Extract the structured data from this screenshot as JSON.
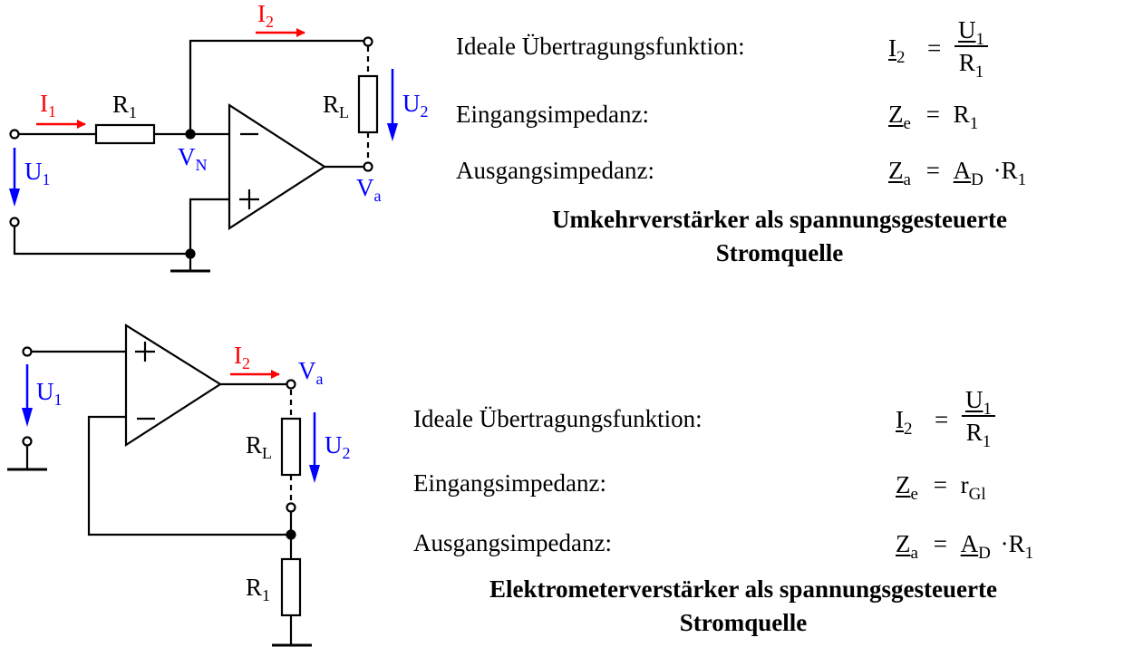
{
  "colors": {
    "current": "#ff0000",
    "voltage": "#0000ff",
    "node_label": "#0000ff",
    "wire": "#000000"
  },
  "icons": [
    "opamp-icon",
    "resistor-icon",
    "ground-icon",
    "terminal-icon",
    "node-dot-icon",
    "arrow-icon"
  ],
  "top": {
    "labels": {
      "i1": "I",
      "i1_sub": "1",
      "i2": "I",
      "i2_sub": "2",
      "r1": "R",
      "r1_sub": "1",
      "rl": "R",
      "rl_sub": "L",
      "u1": "U",
      "u1_sub": "1",
      "u2": "U",
      "u2_sub": "2",
      "vn": "V",
      "vn_sub": "N",
      "va": "V",
      "va_sub": "a",
      "plus": "+",
      "minus": "−"
    },
    "f1": {
      "label": "Ideale Übertragungsfunktion:",
      "lhs": "I",
      "lhs_sub": "2",
      "eq": "=",
      "num": "U",
      "num_sub": "1",
      "den": "R",
      "den_sub": "1"
    },
    "f2": {
      "label": "Eingangsimpedanz:",
      "lhs": "Z",
      "lhs_sub": "e",
      "eq": "=",
      "rhs": "R",
      "rhs_sub": "1"
    },
    "f3": {
      "label": "Ausgangsimpedanz:",
      "lhs": "Z",
      "lhs_sub": "a",
      "eq": "=",
      "a": "A",
      "a_sub": "D",
      "dot": "·",
      "r": "R",
      "r_sub": "1"
    },
    "title_line1": "Umkehrverstärker als spannungsgesteuerte",
    "title_line2": "Stromquelle"
  },
  "bottom": {
    "labels": {
      "i2": "I",
      "i2_sub": "2",
      "va": "V",
      "va_sub": "a",
      "u1": "U",
      "u1_sub": "1",
      "u2": "U",
      "u2_sub": "2",
      "rl": "R",
      "rl_sub": "L",
      "r1": "R",
      "r1_sub": "1",
      "plus": "+",
      "minus": "−"
    },
    "f1": {
      "label": "Ideale Übertragungsfunktion:",
      "lhs": "I",
      "lhs_sub": "2",
      "eq": "=",
      "num": "U",
      "num_sub": "1",
      "den": "R",
      "den_sub": "1"
    },
    "f2": {
      "label": "Eingangsimpedanz:",
      "lhs": "Z",
      "lhs_sub": "e",
      "eq": "=",
      "rhs": "r",
      "rhs_sub": "Gl"
    },
    "f3": {
      "label": "Ausgangsimpedanz:",
      "lhs": "Z",
      "lhs_sub": "a",
      "eq": "=",
      "a": "A",
      "a_sub": "D",
      "dot": "·",
      "r": "R",
      "r_sub": "1"
    },
    "title_line1": "Elektrometerverstärker als spannungsgesteuerte",
    "title_line2": "Stromquelle"
  }
}
